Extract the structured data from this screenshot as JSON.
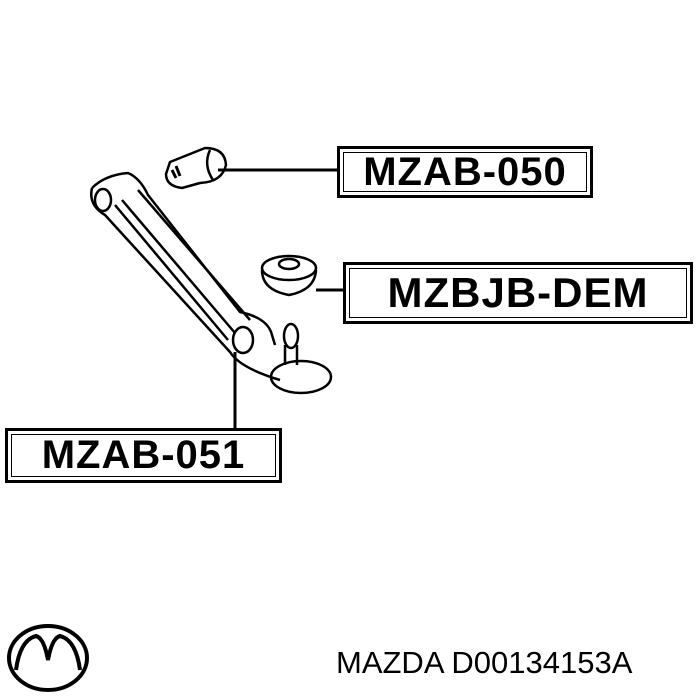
{
  "labels": {
    "top": "MZAB-050",
    "middle": "MZBJB-DEM",
    "bottom": "MZAB-051"
  },
  "caption": "MAZDA D00134153A",
  "brand_logo": "mazda-logo"
}
